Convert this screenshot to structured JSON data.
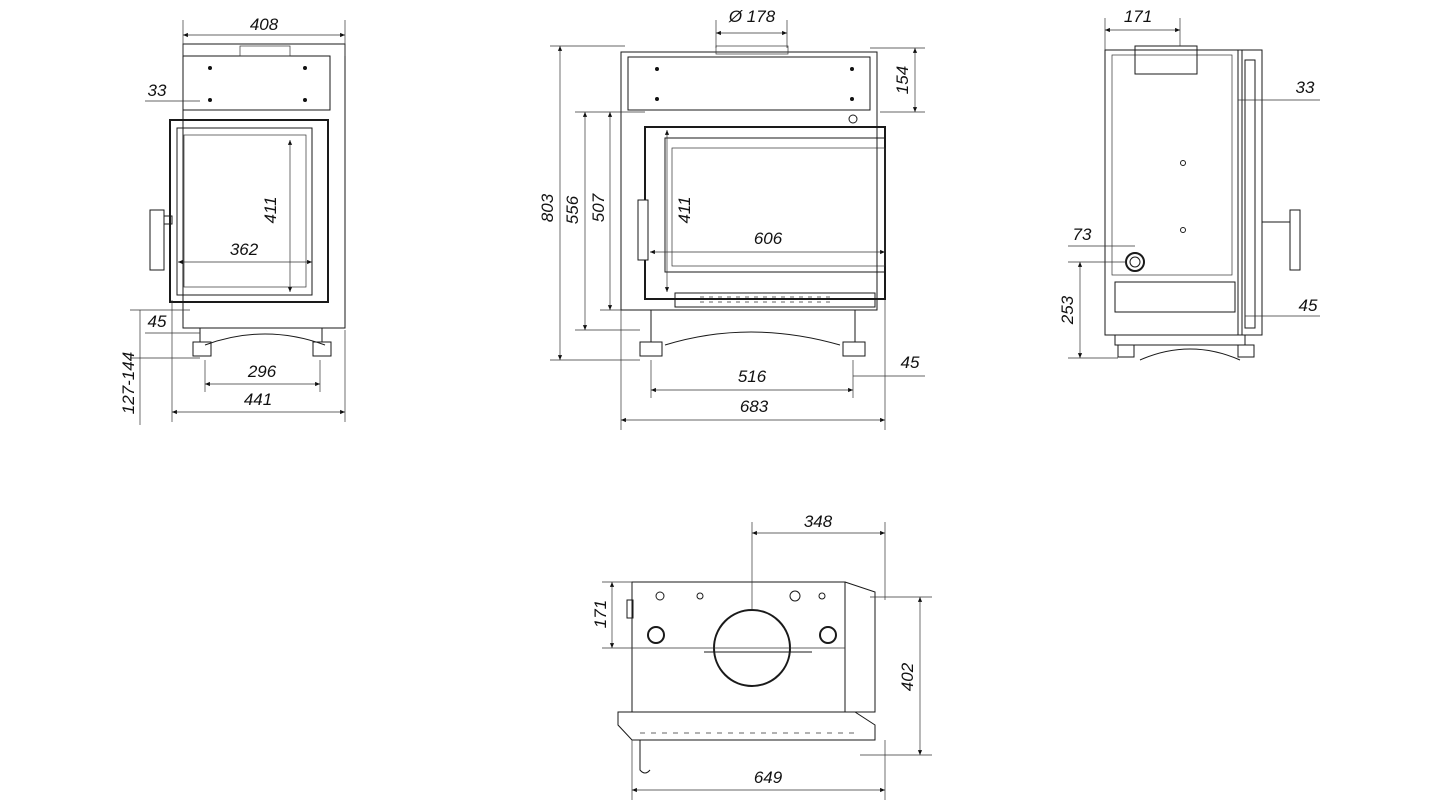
{
  "drawing_title": "",
  "views": {
    "left": {
      "width_top": "408",
      "offset_top": "33",
      "glass_height": "411",
      "glass_width": "362",
      "leg_offset": "45",
      "legs_spacing": "296",
      "total_width": "441",
      "leg_height": "127-144"
    },
    "front": {
      "flue_diameter": "Ø 178",
      "top_height": "154",
      "total_height": "803",
      "door_frame_height": "556",
      "body_height": "507",
      "glass_height": "411",
      "glass_width": "606",
      "legs_spacing": "516",
      "side_offset": "45",
      "total_width": "683"
    },
    "side": {
      "flue_offset": "171",
      "top_offset": "33",
      "air_inlet_offset": "73",
      "air_inlet_height": "253",
      "door_offset": "45"
    },
    "top": {
      "flue_center_offset": "348",
      "flue_depth_offset": "171",
      "total_depth": "402",
      "total_width": "649"
    }
  }
}
